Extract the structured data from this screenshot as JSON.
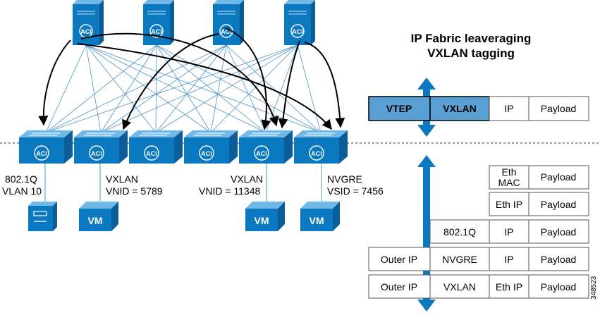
{
  "title_line1": "IP Fabric leaveraging",
  "title_line2": "VXLAN tagging",
  "spine_label": "ACI",
  "leaf_label": "ACI",
  "vm_label": "VM",
  "leaf_caps": [
    {
      "line1": "802.1Q",
      "line2": "VLAN 10"
    },
    {
      "line1": "VXLAN",
      "line2": "VNID = 5789"
    },
    {
      "line1": "VXLAN",
      "line2": "VNID = 11348"
    },
    {
      "line1": "NVGRE",
      "line2": "VSID = 7456"
    }
  ],
  "top_header": {
    "vtep": "VTEP",
    "vxlan": "VXLAN",
    "ip": "IP",
    "payload": "Payload"
  },
  "rows": {
    "r1": {
      "eth_mac_line1": "Eth",
      "eth_mac_line2": "MAC",
      "payload": "Payload"
    },
    "r2": {
      "eth_ip": "Eth IP",
      "payload": "Payload"
    },
    "r3": {
      "dot1q": "802.1Q",
      "ip": "IP",
      "payload": "Payload"
    },
    "r4": {
      "outer_ip": "Outer IP",
      "nvgre": "NVGRE",
      "ip": "IP",
      "payload": "Payload"
    },
    "r5": {
      "outer_ip": "Outer IP",
      "vxlan": "VXLAN",
      "eth_ip": "Eth IP",
      "payload": "Payload"
    }
  },
  "figure_id": "348523",
  "colors": {
    "blue": "#0b79bf",
    "dark": "#075a93",
    "vtep_fill": "#5aa0d4",
    "link": "#4a95c9"
  }
}
